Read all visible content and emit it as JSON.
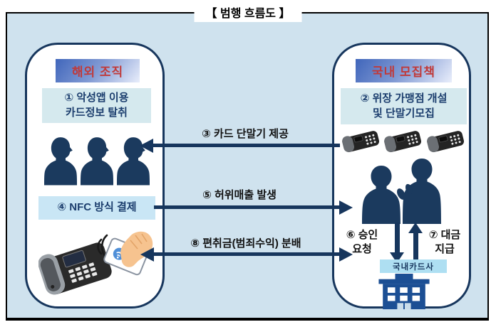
{
  "title": "【 범행 흐름도 】",
  "left_panel": {
    "header": "해외 조직",
    "step1_line1": "① 악성앱 이용",
    "step1_line2": "카드정보 탈취",
    "step4": "④ NFC 방식 결제"
  },
  "right_panel": {
    "header": "국내 모집책",
    "step2_line1": "② 위장 가맹점 개설",
    "step2_line2": "및 단말기모집",
    "step6_line1": "⑥ 승인",
    "step6_line2": "요청",
    "step7_line1": "⑦ 대금",
    "step7_line2": "지급",
    "card_company_label": "국내카드사"
  },
  "flows": {
    "step3_label": "③ 카드 단말기 제공",
    "step3_direction": "right-to-left",
    "step5_label": "⑤ 허위매출 발생",
    "step5_direction": "left-to-right",
    "step8_label": "⑧ 편취금(범죄수익) 분배",
    "step8_direction": "both"
  },
  "icons": {
    "left_panel_members": "person-silhouette-icon (x3)",
    "right_panel_terminals": "pos-terminal-icon (x3)",
    "right_panel_people": "two-people-talking-icon",
    "left_panel_payment": "nfc-payment-icon (terminal + hand with phone)",
    "card_company": "building-icon",
    "approval": "down-arrow-icon",
    "payment": "up-arrow-icon"
  },
  "colors": {
    "background": "#cfe2ee",
    "panel_border": "#17365d",
    "silhouette_navy": "#1b3a5e",
    "header_text_red": "#c03a3a",
    "header_gradient_start": "#4066bb",
    "header_gradient_end": "#e9eefb",
    "step_box_bg": "#d5e9ee",
    "nfc_box_bg": "#c9e6f5",
    "card_label_bg": "#aedff2",
    "building_blue": "#1c4f94",
    "arrow": "#17365d"
  }
}
